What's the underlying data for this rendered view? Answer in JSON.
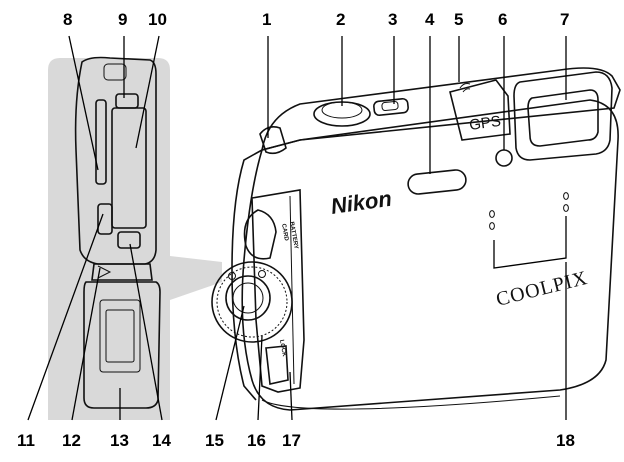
{
  "camera": {
    "brand_logo": "Nikon",
    "model_logo": "COOLPIX",
    "gps_label": "GPS",
    "battery_door_label": "CARD",
    "battery_door_label2": "BATTERY",
    "lock_label": "LOCK"
  },
  "callouts": [
    {
      "id": "1",
      "label": "1"
    },
    {
      "id": "2",
      "label": "2"
    },
    {
      "id": "3",
      "label": "3"
    },
    {
      "id": "4",
      "label": "4"
    },
    {
      "id": "5",
      "label": "5"
    },
    {
      "id": "6",
      "label": "6"
    },
    {
      "id": "7",
      "label": "7"
    },
    {
      "id": "8",
      "label": "8"
    },
    {
      "id": "9",
      "label": "9"
    },
    {
      "id": "10",
      "label": "10"
    },
    {
      "id": "11",
      "label": "11"
    },
    {
      "id": "12",
      "label": "12"
    },
    {
      "id": "13",
      "label": "13"
    },
    {
      "id": "14",
      "label": "14"
    },
    {
      "id": "15",
      "label": "15"
    },
    {
      "id": "16",
      "label": "16"
    },
    {
      "id": "17",
      "label": "17"
    },
    {
      "id": "18",
      "label": "18"
    }
  ],
  "colors": {
    "panel": "#d9d9d9",
    "outline": "#111111",
    "background": "#ffffff"
  }
}
